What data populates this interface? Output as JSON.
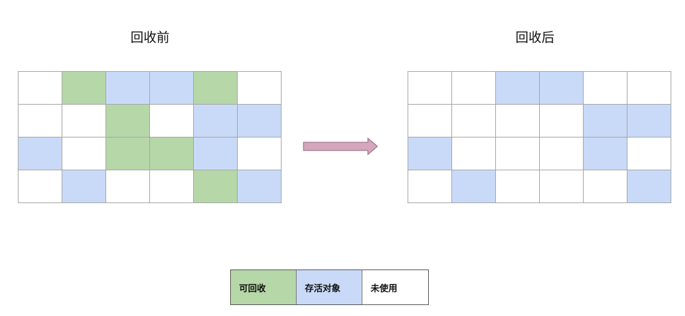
{
  "titles": {
    "before": "回收前",
    "after": "回收后"
  },
  "colors": {
    "reclaimable": "#b6d7a8",
    "alive": "#c9daf8",
    "unused": "#ffffff",
    "arrow": "#d5a6bd",
    "grid_line": "#a6a6a6"
  },
  "grids": {
    "before": [
      [
        "unused",
        "reclaimable",
        "alive",
        "alive",
        "reclaimable",
        "unused"
      ],
      [
        "unused",
        "unused",
        "reclaimable",
        "unused",
        "alive",
        "alive"
      ],
      [
        "alive",
        "unused",
        "reclaimable",
        "reclaimable",
        "alive",
        "unused"
      ],
      [
        "unused",
        "alive",
        "unused",
        "unused",
        "reclaimable",
        "alive"
      ]
    ],
    "after": [
      [
        "unused",
        "unused",
        "alive",
        "alive",
        "unused",
        "unused"
      ],
      [
        "unused",
        "unused",
        "unused",
        "unused",
        "alive",
        "alive"
      ],
      [
        "alive",
        "unused",
        "unused",
        "unused",
        "alive",
        "unused"
      ],
      [
        "unused",
        "alive",
        "unused",
        "unused",
        "unused",
        "alive"
      ]
    ]
  },
  "legend": [
    {
      "key": "reclaimable",
      "label": "可回收",
      "color": "#b6d7a8",
      "width": 96
    },
    {
      "key": "alive",
      "label": "存活对象",
      "color": "#c9daf8",
      "width": 96
    },
    {
      "key": "unused",
      "label": "未使用",
      "color": "#ffffff",
      "width": 96
    }
  ]
}
